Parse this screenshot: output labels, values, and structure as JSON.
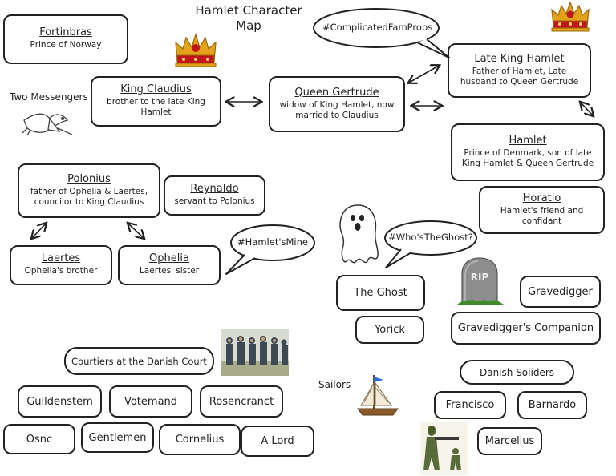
{
  "title_line1": "Hamlet Character",
  "title_line2": "Map",
  "characters": {
    "fortinbras": {
      "name": "Fortinbras",
      "desc": "Prince of Norway"
    },
    "claudius": {
      "name": "King Claudius",
      "desc": "brother to the late King Hamlet"
    },
    "gertrude": {
      "name": "Queen Gertrude",
      "desc": "widow of King Hamlet, now married to Claudius"
    },
    "late_king": {
      "name": "Late King Hamlet",
      "desc": "Father of Hamlet, Late husband to Queen Gertrude"
    },
    "hamlet": {
      "name": "Hamlet",
      "desc": "Prince of Denmark, son of late King Hamlet & Queen Gertrude"
    },
    "horatio": {
      "name": "Horatio",
      "desc": "Hamlet's friend and confidant"
    },
    "polonius": {
      "name": "Polonius",
      "desc": "father of Ophelia & Laertes, councilor to King Claudius"
    },
    "reynaldo": {
      "name": "Reynaldo",
      "desc": "servant to Polonius"
    },
    "laertes": {
      "name": "Laertes",
      "desc": "Ophelia's brother"
    },
    "ophelia": {
      "name": "Ophelia",
      "desc": "Laertes' sister"
    }
  },
  "labels": {
    "two_messengers": "Two Messengers",
    "sailors": "Sailors",
    "rip": "RIP"
  },
  "bubbles": {
    "complicated": "#ComplicatedFamProbs",
    "hamlets_mine": "#Hamlet'sMine",
    "whos_ghost": "#Who'sTheGhost?"
  },
  "minor": {
    "the_ghost": "The Ghost",
    "yorick": "Yorick",
    "gravedigger": "Gravedigger",
    "gravedigger_companion": "Gravedigger's Companion",
    "courtiers": "Courtiers at the Danish Court",
    "guildenstem": "Guildenstem",
    "votemand": "Votemand",
    "rosencranct": "Rosencranct",
    "osnc": "Osnc",
    "gentlemen": "Gentlemen",
    "cornelius": "Cornelius",
    "a_lord": "A Lord",
    "danish_soldiers": "Danish Soliders",
    "francisco": "Francisco",
    "barnardo": "Barnardo",
    "marcellus": "Marcellus"
  },
  "colors": {
    "crown_gold": "#e3a21a",
    "crown_red": "#c0161b",
    "tombstone": "#8d8d8d",
    "ghost": "#ffffff"
  }
}
